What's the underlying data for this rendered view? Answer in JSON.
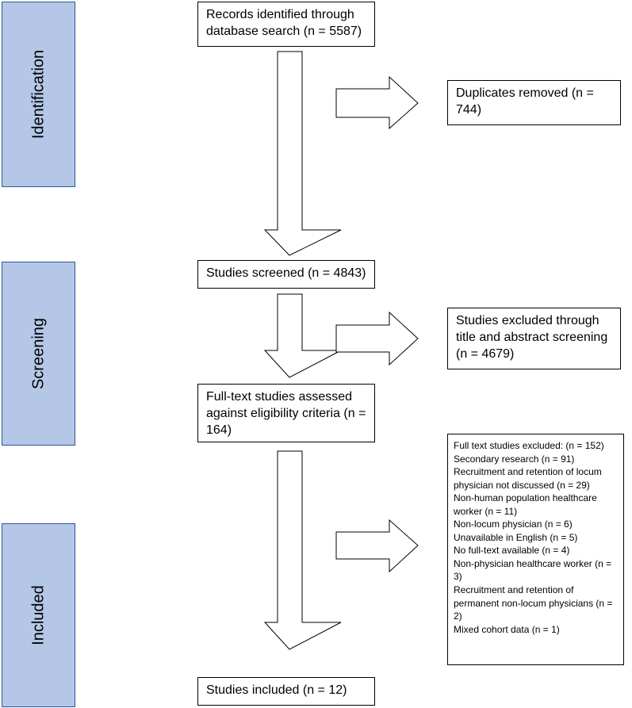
{
  "phases": {
    "identification": "Identification",
    "screening": "Screening",
    "included": "Included"
  },
  "boxes": {
    "records_identified": "Records identified through database search (n = 5587)",
    "duplicates_removed": "Duplicates removed (n = 744)",
    "studies_screened": "Studies screened (n = 4843)",
    "studies_excluded": "Studies excluded through title and abstract screening (n = 4679)",
    "fulltext_assessed": "Full-text studies assessed against eligibility criteria (n = 164)",
    "studies_included": "Studies included (n = 12)"
  },
  "fulltext_excluded": {
    "lines": [
      "Full text studies excluded: (n = 152)",
      "Secondary research (n = 91)",
      "Recruitment and retention of locum",
      "physician not discussed (n = 29)",
      "Non-human population healthcare",
      "worker (n = 11)",
      "Non-locum physician (n = 6)",
      "Unavailable in English (n = 5)",
      "No full-text available (n = 4)",
      "Non-physician healthcare worker (n =",
      "3)",
      "Recruitment and retention of",
      "permanent non-locum physicians (n =",
      "2)",
      "Mixed cohort data (n = 1)"
    ]
  },
  "colors": {
    "phase_fill": "#b4c7e7",
    "phase_border": "#2f5597"
  }
}
